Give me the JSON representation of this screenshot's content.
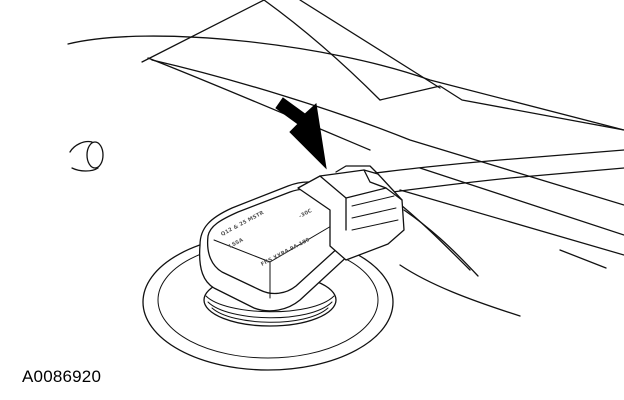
{
  "figure": {
    "id_label": "A0086920",
    "sensor_label_left": "Q12 & 25 MSTR",
    "sensor_label_bottom": "FHS XXRA 9A 189",
    "sensor_label_upper_right": "-30C",
    "sensor_label_small": "LSSA",
    "callout_arrow_icon": "arrow-down-right-icon"
  }
}
